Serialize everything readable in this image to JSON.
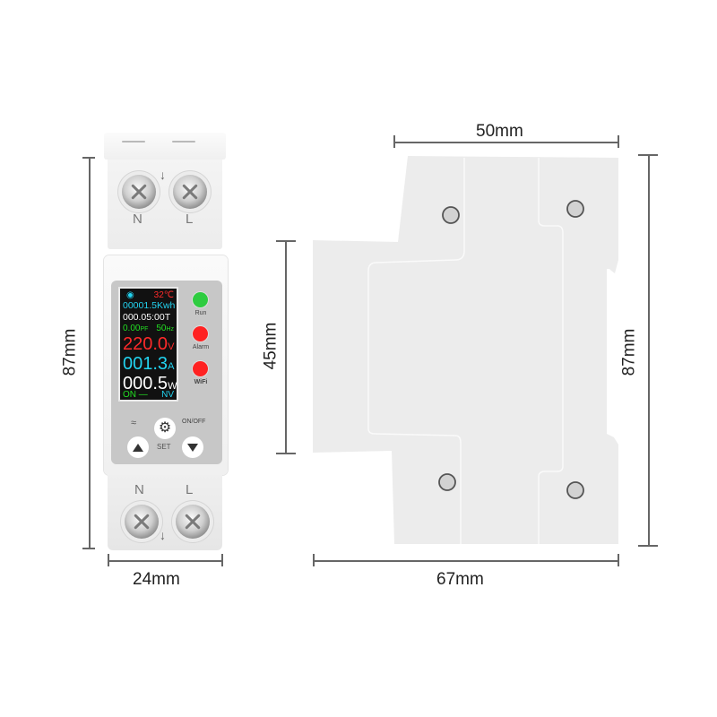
{
  "dimensions": {
    "front_height": "87mm",
    "front_width": "24mm",
    "side_top_width": "50mm",
    "side_mid_height": "45mm",
    "side_full_height": "87mm",
    "side_bottom_width": "67mm"
  },
  "device": {
    "top_terminals": [
      "N",
      "L"
    ],
    "bottom_terminals": [
      "N",
      "L"
    ],
    "lcd": {
      "temperature": "32℃",
      "energy_value": "00001.5",
      "energy_unit": "Kwh",
      "time": "000.05:00T",
      "power_factor_value": "0.00",
      "power_factor_unit": "PF",
      "frequency_value": "50",
      "frequency_unit": "Hz",
      "voltage_value": "220.0",
      "voltage_unit": "V",
      "current_value": "001.3",
      "current_unit": "A",
      "power_value": "000.5",
      "power_unit": "W",
      "status_left": "ON —",
      "status_right": "NV"
    },
    "indicators": [
      {
        "label": "Run",
        "color": "#2ecc40"
      },
      {
        "label": "Alarm",
        "color": "#ff2222"
      },
      {
        "label": "WiFi",
        "color": "#ff2222"
      }
    ],
    "buttons": {
      "set_label": "SET",
      "onoff_label": "ON/OFF"
    }
  },
  "colors": {
    "lcd_cyan": "#22d3f0",
    "lcd_red": "#ff2a2a",
    "lcd_green": "#22dd22",
    "lcd_white": "#ffffff"
  }
}
